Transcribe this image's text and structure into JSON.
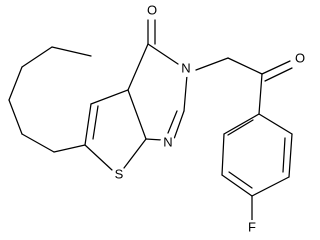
{
  "diagram": {
    "type": "chemical-structure",
    "atom_labels": {
      "carbonyl_oxygen_ring": "O",
      "ketone_oxygen": "O",
      "amide_nitrogen": "N",
      "pyrimidine_nitrogen": "N",
      "thiophene_sulfur": "S",
      "fluorine": "F"
    },
    "bond_color": "#000000",
    "background_color": "#ffffff"
  }
}
